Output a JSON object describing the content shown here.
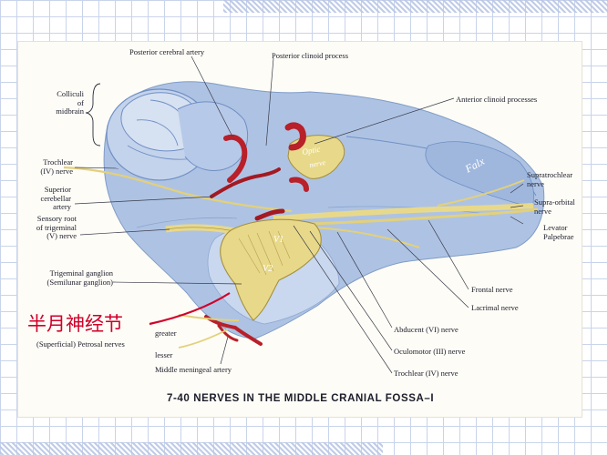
{
  "figure": {
    "caption": "7-40  NERVES IN THE MIDDLE CRANIAL FOSSA–I",
    "annotation_cn": "半月神经节"
  },
  "labels": {
    "posterior_cerebral_artery": "Posterior cerebral artery",
    "posterior_clinoid_process": "Posterior clinoid process",
    "colliculi_l1": "Colliculi",
    "colliculi_l2": "of",
    "colliculi_l3": "midbrain",
    "anterior_clinoid_processes": "Anterior clinoid processes",
    "trochlear_left_l1": "Trochlear",
    "trochlear_left_l2": "(IV) nerve",
    "superior_cerebellar_l1": "Superior",
    "superior_cerebellar_l2": "cerebellar",
    "superior_cerebellar_l3": "artery",
    "sensory_root_l1": "Sensory root",
    "sensory_root_l2": "of trigeminal",
    "sensory_root_l3": "(V) nerve",
    "trigeminal_ganglion_l1": "Trigeminal ganglion",
    "trigeminal_ganglion_l2": "(Semilunar ganglion)",
    "greater": "greater",
    "superficial_petrosal": "(Superficial) Petrosal nerves",
    "lesser": "lesser",
    "middle_meningeal": "Middle meningeal artery",
    "supratrochlear_l1": "Supratrochlear",
    "supratrochlear_l2": "nerve",
    "supraorbital_l1": "Supra-orbital",
    "supraorbital_l2": "nerve",
    "levator_l1": "Levator",
    "levator_l2": "Palpebrae",
    "frontal_nerve": "Frontal nerve",
    "lacrimal_nerve": "Lacrimal nerve",
    "abducent_nerve": "Abducent (VI) nerve",
    "oculomotor_nerve": "Oculomotor (III) nerve",
    "trochlear_right": "Trochlear (IV) nerve"
  },
  "in_figure_text": {
    "optic_1": "Optic",
    "optic_2": "nerve",
    "falx": "Falx",
    "v1": "V1",
    "v2": "V2"
  },
  "colors": {
    "nerve": "#e8d98a",
    "artery": "#b8202a",
    "tissue": "#a9bfe0",
    "tissue_dark": "#6f8fc4",
    "annotation": "#d0002a"
  }
}
